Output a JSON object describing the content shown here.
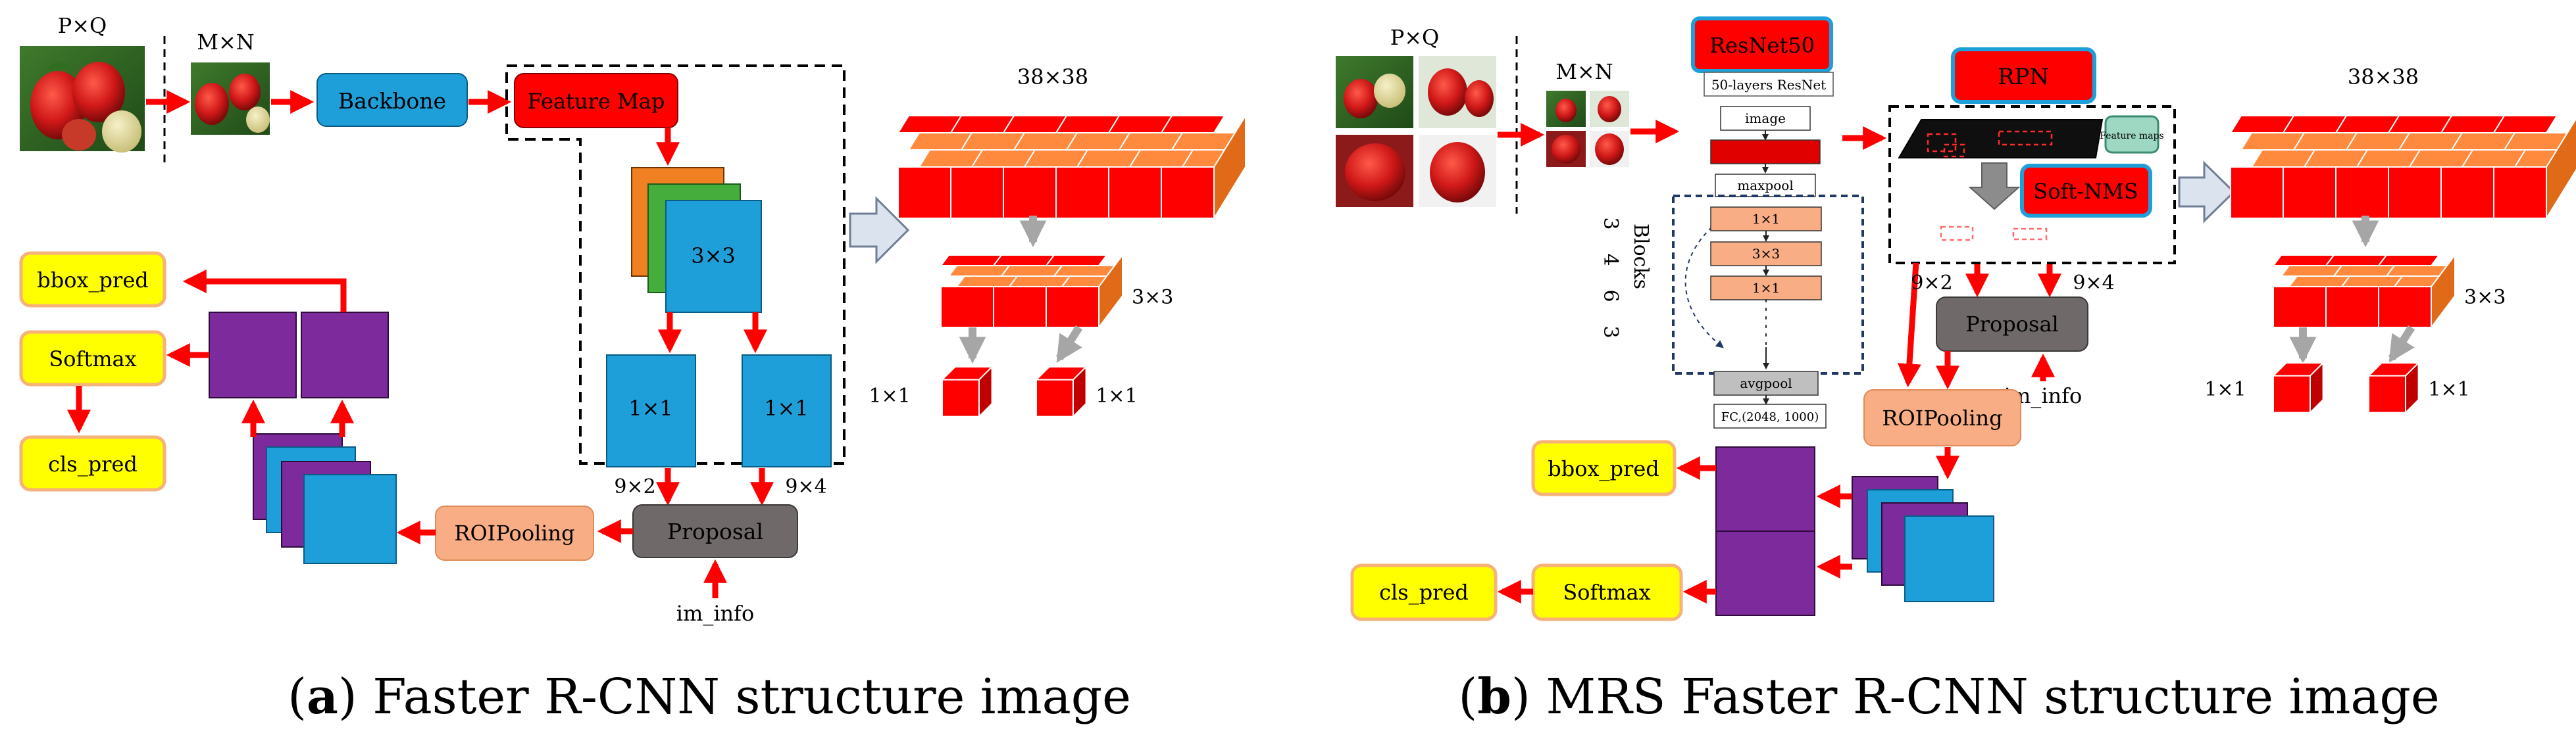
{
  "colors": {
    "red": "#ff0000",
    "cube_top": "#ff8a3d",
    "cube_right": "#e06a18",
    "blue": "#1e9fd9",
    "green": "#44ad3c",
    "orange": "#f08022",
    "purple": "#7d2a9c",
    "yellow": "#ffff00",
    "yellow_border": "#f7b27a",
    "peach": "#f9ad84",
    "gray": "#6f6969",
    "light_gray": "#bfbfbf",
    "light_blue": "#9ed8c2",
    "navy": "#1f3864"
  },
  "panel_a": {
    "caption_letter": "a",
    "caption_text": " Faster R-CNN structure image",
    "input_size": "P×Q",
    "resized_size": "M×N",
    "backbone": "Backbone",
    "feature_map": "Feature Map",
    "conv3": "3×3",
    "conv1_left": "1×1",
    "conv1_right": "1×1",
    "dim_left": "9×2",
    "dim_right": "9×4",
    "proposal": "Proposal",
    "im_info": "im_info",
    "roipooling": "ROIPooling",
    "bbox_pred": "bbox_pred",
    "softmax": "Softmax",
    "cls_pred": "cls_pred",
    "grid_large": "38×38",
    "grid_small": "3×3",
    "cube_left_label": "1×1",
    "cube_right_label": "1×1"
  },
  "panel_b": {
    "caption_letter": "b",
    "caption_text": " MRS Faster R-CNN structure image",
    "input_size": "P×Q",
    "resized_size": "M×N",
    "resnet": "ResNet50",
    "resnet_sub": "50-layers ResNet",
    "image": "image",
    "maxpool": "maxpool",
    "block_1a": "1×1",
    "block_3": "3×3",
    "block_1b": "1×1",
    "avgpool": "avgpool",
    "fc": "FC,(2048, 1000)",
    "blocks_label": "Blocks",
    "blocks_counts": [
      "3",
      "4",
      "6",
      "3"
    ],
    "rpn": "RPN",
    "feature_maps": "Feature maps",
    "soft_nms": "Soft-NMS",
    "dim_left": "9×2",
    "dim_right": "9×4",
    "proposal": "Proposal",
    "im_info": "im_info",
    "roipooling": "ROIPooling",
    "bbox_pred": "bbox_pred",
    "softmax": "Softmax",
    "cls_pred": "cls_pred",
    "grid_large": "38×38",
    "grid_small": "3×3",
    "cube_left_label": "1×1",
    "cube_right_label": "1×1"
  }
}
